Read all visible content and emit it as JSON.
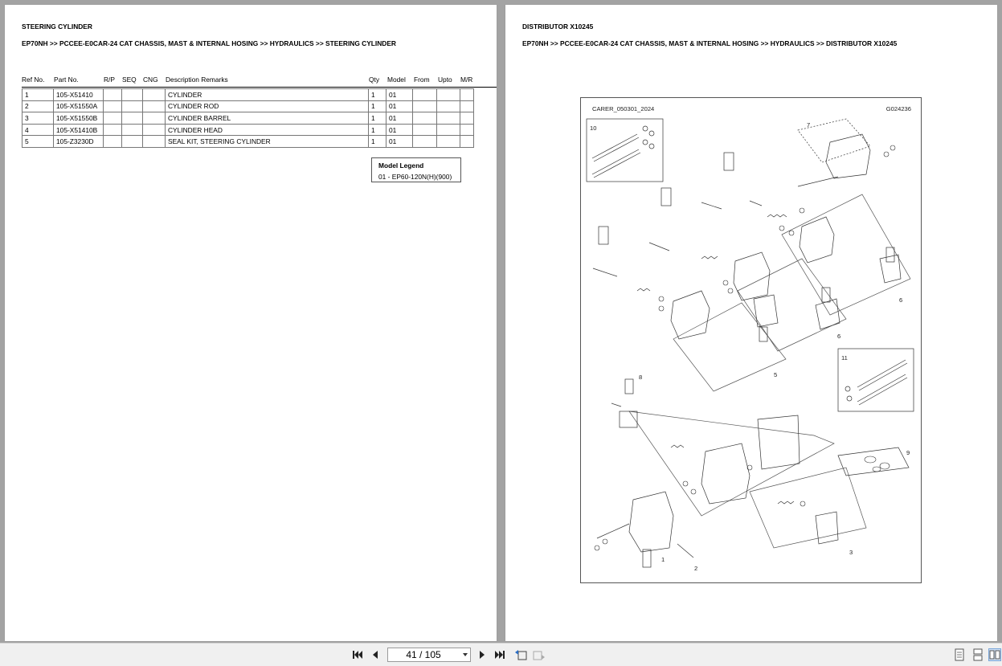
{
  "left_page": {
    "title": "STEERING CYLINDER",
    "breadcrumb": "EP70NH >> PCCEE-E0CAR-24 CAT CHASSIS, MAST & INTERNAL HOSING >> HYDRAULICS >> STEERING CYLINDER",
    "columns": {
      "ref": "Ref No.",
      "part": "Part No.",
      "rp": "R/P",
      "seq": "SEQ",
      "cng": "CNG",
      "desc": "Description Remarks",
      "qty": "Qty",
      "model": "Model",
      "from": "From",
      "upto": "Upto",
      "mr": "M/R"
    },
    "rows": [
      {
        "ref": "1",
        "part": "105-X51410",
        "desc": "CYLINDER",
        "qty": "1",
        "model": "01"
      },
      {
        "ref": "2",
        "part": "105-X51550A",
        "desc": "CYLINDER ROD",
        "qty": "1",
        "model": "01"
      },
      {
        "ref": "3",
        "part": "105-X51550B",
        "desc": "CYLINDER BARREL",
        "qty": "1",
        "model": "01"
      },
      {
        "ref": "4",
        "part": "105-X51410B",
        "desc": "CYLINDER HEAD",
        "qty": "1",
        "model": "01"
      },
      {
        "ref": "5",
        "part": "105-Z3230D",
        "desc": "SEAL KIT, STEERING CYLINDER",
        "qty": "1",
        "model": "01"
      }
    ],
    "legend": {
      "title": "Model Legend",
      "value": "01 - EP60-120N(H)(900)"
    }
  },
  "right_page": {
    "title": "DISTRIBUTOR X10245",
    "breadcrumb": "EP70NH >> PCCEE-E0CAR-24 CAT CHASSIS, MAST & INTERNAL HOSING >> HYDRAULICS >> DISTRIBUTOR X10245",
    "diagram": {
      "ref_code": "CARER_050301_2024",
      "drawing_no": "G024236",
      "callouts": [
        "1",
        "2",
        "3",
        "5",
        "6",
        "6",
        "7",
        "8",
        "9",
        "10",
        "11"
      ]
    }
  },
  "toolbar": {
    "page_indicator": "41 / 105"
  }
}
